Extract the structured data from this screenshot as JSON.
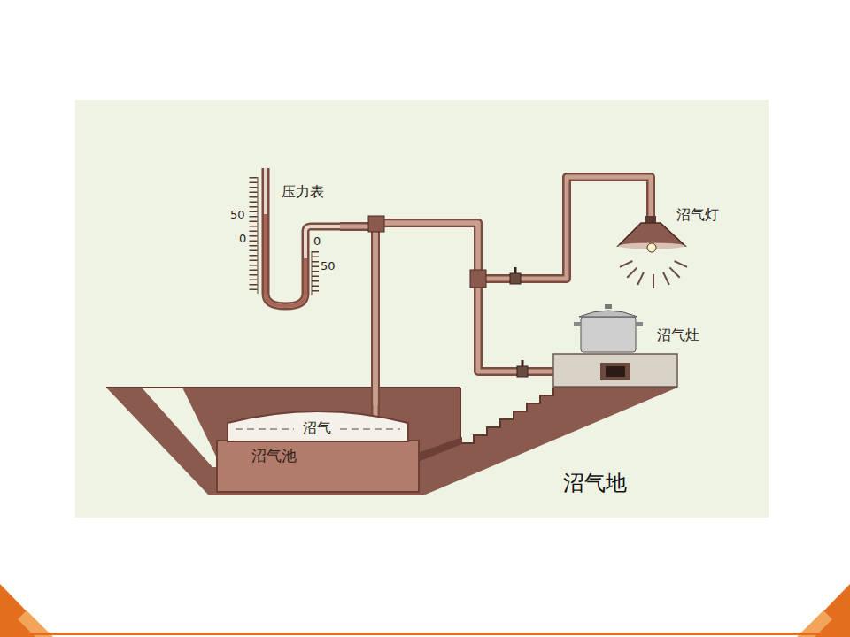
{
  "diagram": {
    "caption": "沼气地",
    "nodes": [
      {
        "text": [
          "压力表"
        ]
      },
      {
        "text": [
          "沼气灯"
        ]
      },
      {
        "text": [
          "沼气灶"
        ]
      },
      {
        "text": [
          "沼气池"
        ]
      },
      {
        "text": [
          "沼气"
        ],
        "in": 3
      }
    ],
    "edges": [
      {
        "from": 4,
        "to": 0,
        "arrow": "none"
      },
      {
        "from": 4,
        "to": 1,
        "arrow": "none"
      },
      {
        "from": 4,
        "to": 2,
        "arrow": "none"
      }
    ],
    "labels": [
      "50",
      "0",
      "0",
      "50"
    ]
  }
}
